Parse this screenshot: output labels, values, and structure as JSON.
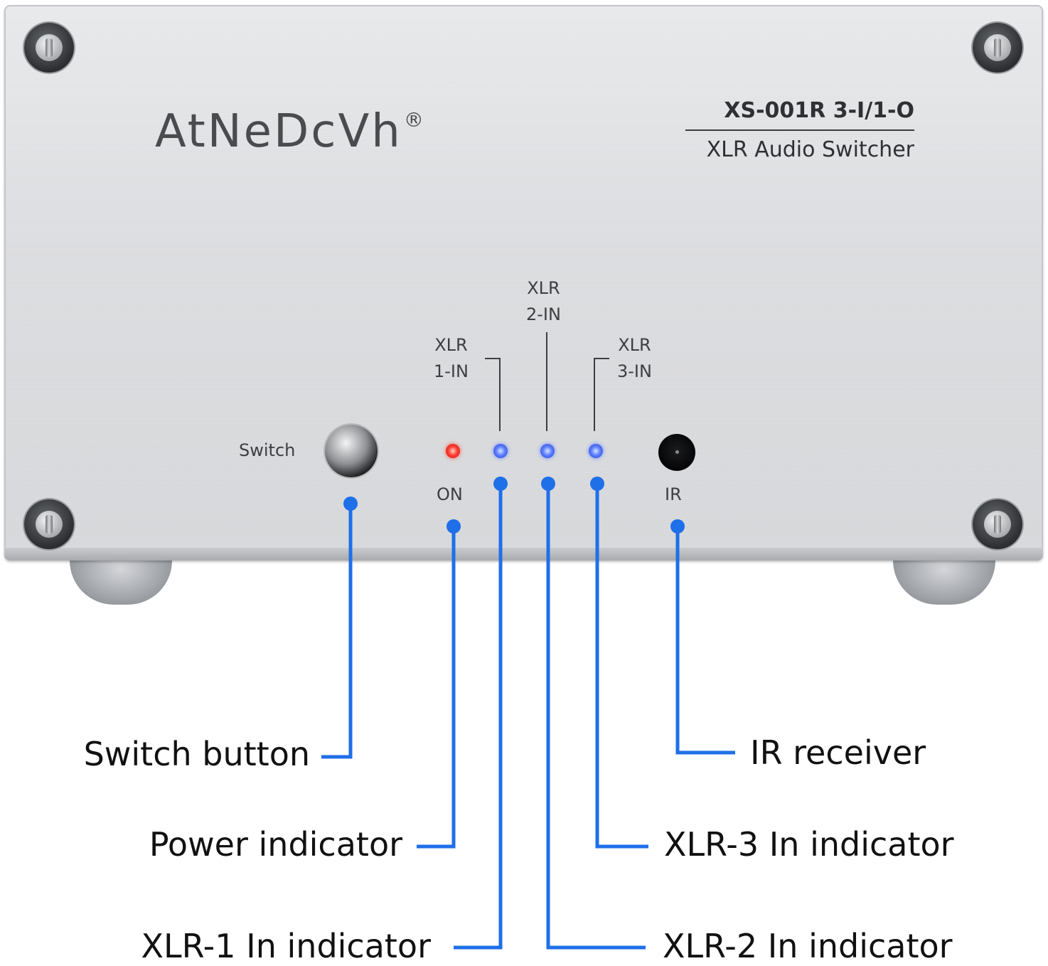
{
  "device": {
    "brand": "AtNeDcVh",
    "brand_mark": "®",
    "model": "XS-001R  3-I/1-O",
    "product": "XLR Audio Switcher"
  },
  "panel_labels": {
    "switch": "Switch",
    "xlr1_line1": "XLR",
    "xlr1_line2": "1-IN",
    "xlr2_line1": "XLR",
    "xlr2_line2": "2-IN",
    "xlr3_line1": "XLR",
    "xlr3_line2": "3-IN",
    "on": "ON",
    "ir": "IR"
  },
  "callouts": {
    "switch_button": "Switch button",
    "power_indicator": "Power indicator",
    "xlr1_indicator": "XLR-1 In indicator",
    "ir_receiver": "IR receiver",
    "xlr3_indicator": "XLR-3 In indicator",
    "xlr2_indicator": "XLR-2 In indicator"
  },
  "colors": {
    "callout_line": "#1f6fe8",
    "power_led": "#ff3b2f",
    "input_led": "#4f6dff",
    "panel": "#dcdde0"
  }
}
